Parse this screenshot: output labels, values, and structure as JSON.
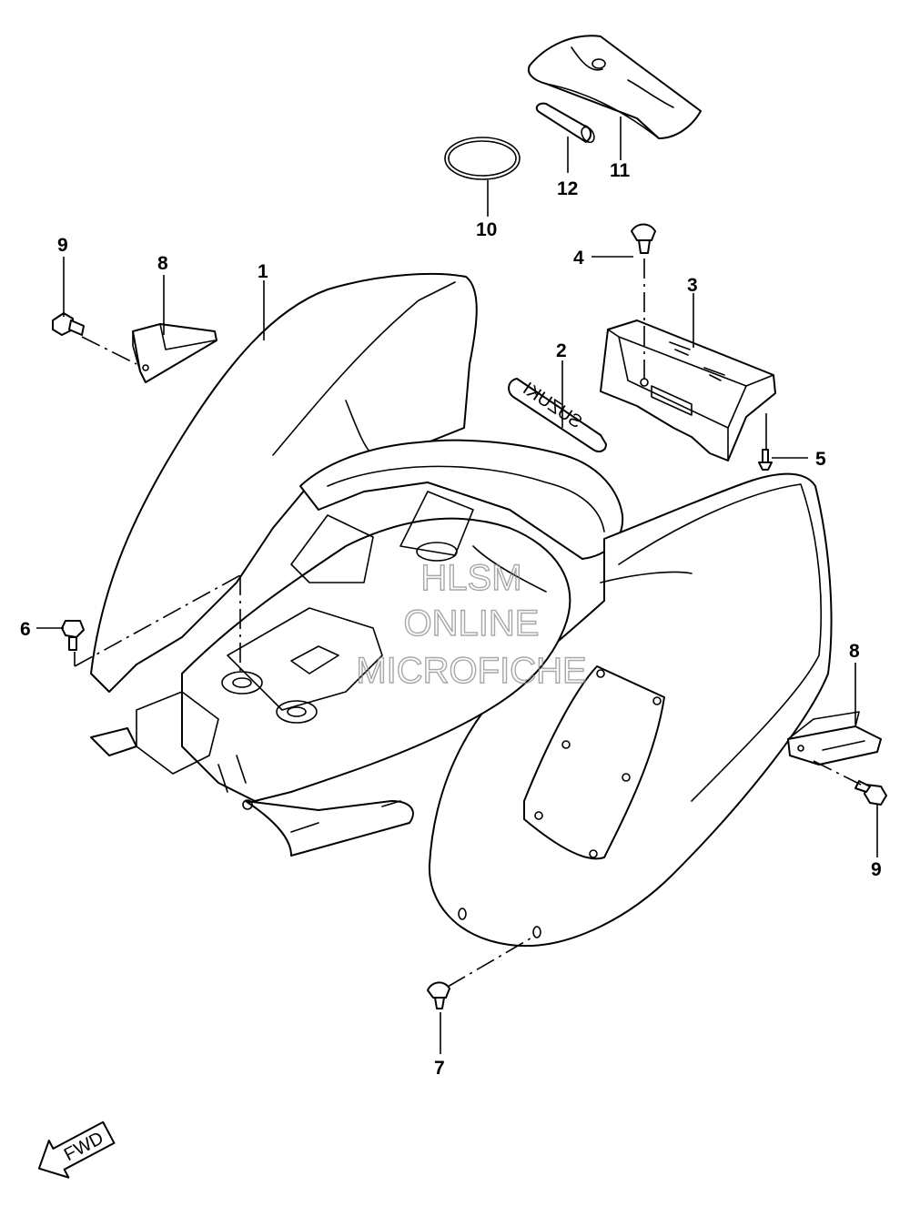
{
  "callouts": {
    "c1": "1",
    "c2": "2",
    "c3": "3",
    "c4": "4",
    "c5": "5",
    "c6": "6",
    "c7": "7",
    "c8a": "8",
    "c8b": "8",
    "c9a": "9",
    "c9b": "9",
    "c10": "10",
    "c11": "11",
    "c12": "12"
  },
  "emblem_text": "SUZUKI",
  "watermark": {
    "line1": "HLSM",
    "line2": "ONLINE",
    "line3": "MICROFICHE"
  },
  "direction_label": "FWD"
}
